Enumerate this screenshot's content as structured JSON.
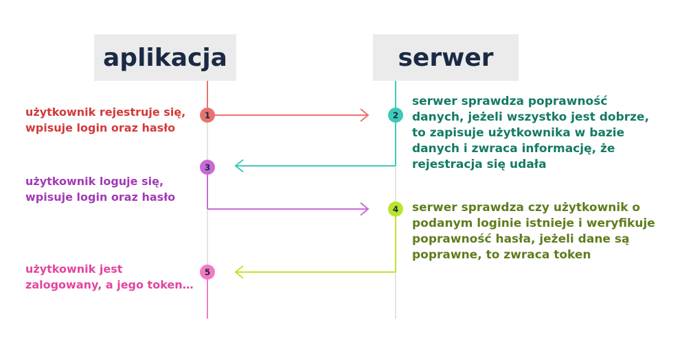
{
  "headers": {
    "app": "aplikacja",
    "server": "serwer"
  },
  "steps": [
    {
      "num": "1",
      "text": "użytkownik rejestruje się,\nwpisuje login oraz hasło",
      "color": "#e8736e"
    },
    {
      "num": "2",
      "text": "serwer sprawdza poprawność\ndanych, jeżeli wszystko jest dobrze,\nto zapisuje użytkownika w bazie\ndanych i zwraca informację, że\nrejestracja się udała",
      "color": "#3ec9b8",
      "text_color": "#137a66"
    },
    {
      "num": "3",
      "text": "użytkownik loguje się,\nwpisuje login oraz hasło",
      "color": "#c869d7",
      "text_color": "#a23ab6"
    },
    {
      "num": "4",
      "text": "serwer sprawdza czy użytkownik o\npodanym loginie istnieje i weryfikuje\npoprawność hasła, jeżeli dane są\npoprawne, to zwraca token",
      "color": "#b9e62c",
      "text_color": "#5e7d1d"
    },
    {
      "num": "5",
      "text": "użytkownik jest\nzalogowany, a jego token…",
      "color": "#f57ac0",
      "text_color": "#e4449f"
    }
  ],
  "step1_text_color": "#d23a3a",
  "lifeline_color": "#e3e3e3"
}
